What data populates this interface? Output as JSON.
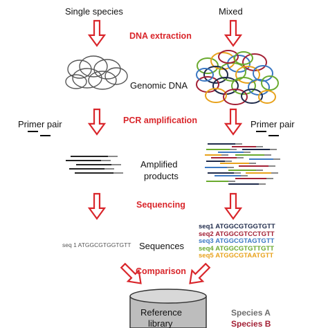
{
  "labels": {
    "single": "Single species",
    "mixed": "Mixed",
    "genomic": "Genomic DNA",
    "primer_left": "Primer pair",
    "primer_right": "Primer pair",
    "amplified_1": "Amplified",
    "amplified_2": "products",
    "sequences": "Sequences",
    "reference_1": "Reference",
    "reference_2": "library"
  },
  "steps": {
    "extraction": "DNA extraction",
    "pcr": "PCR amplification",
    "sequencing": "Sequencing",
    "comparison": "Comparison"
  },
  "single_sequence": "seq 1 ATGGCGTGGTGTT",
  "mixed_sequences": [
    {
      "id": "seq1",
      "bases": "ATGGCGTGGTGTT",
      "color": "#1e2a4a"
    },
    {
      "id": "seq2",
      "bases": "ATGGCGTCCTGTT",
      "color": "#a32035"
    },
    {
      "id": "seq3",
      "bases": "ATGGCGTAGTGTT",
      "color": "#3b78c3"
    },
    {
      "id": "seq4",
      "bases": "ATGGCGTGTTGTT",
      "color": "#6aaa2e"
    },
    {
      "id": "seq5",
      "bases": "ATGGCGTAATGTT",
      "color": "#e8a21b"
    }
  ],
  "species": [
    {
      "name": "Species A",
      "color": "#6d6d6d"
    },
    {
      "name": "Species B",
      "color": "#a32035"
    }
  ],
  "colors": {
    "arrow": "#d9262b",
    "step_text": "#d9262b",
    "circle_grey": "#555555",
    "cylinder_fill": "#bdbdbd",
    "cylinder_stroke": "#333333"
  }
}
